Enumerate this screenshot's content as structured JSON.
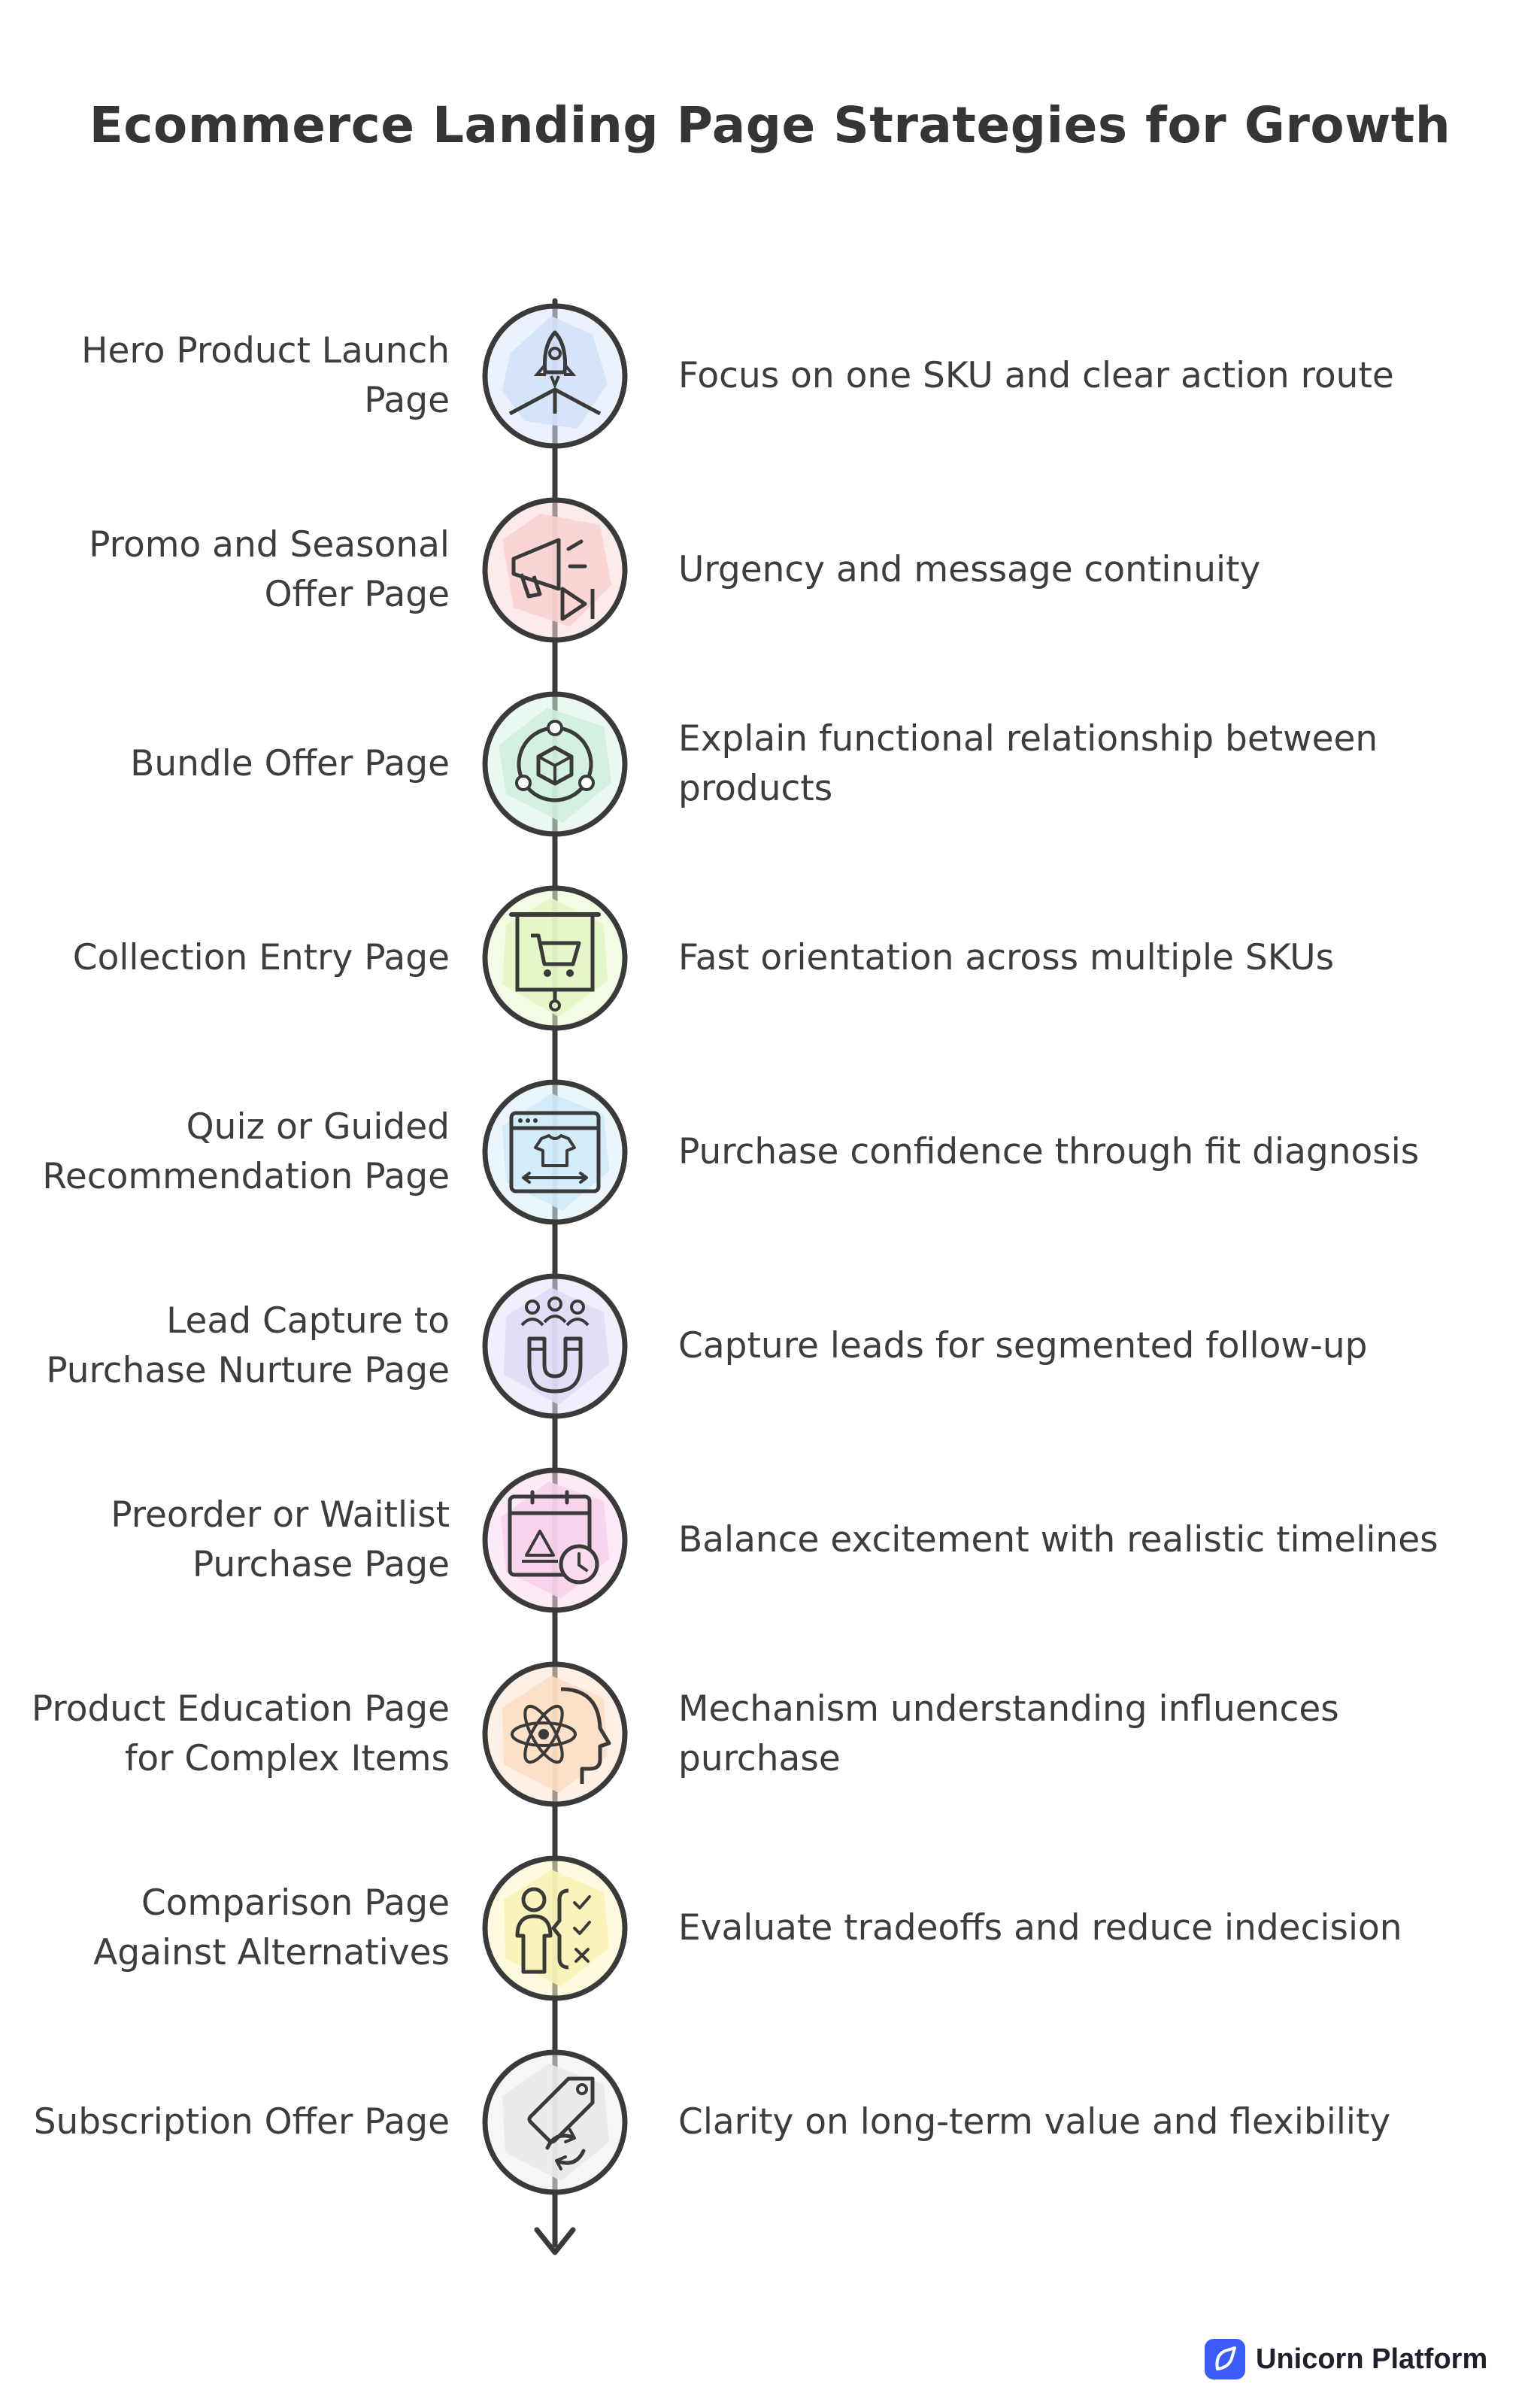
{
  "title": "Ecommerce Landing Page Strategies for Growth",
  "steps": [
    {
      "label": "Hero Product Launch Page",
      "description": "Focus on one SKU and clear action route",
      "icon": "rocket-launch-icon",
      "color": "#c9dcf7"
    },
    {
      "label": "Promo and Seasonal Offer Page",
      "description": "Urgency and message continuity",
      "icon": "megaphone-icon",
      "color": "#f8c9cb"
    },
    {
      "label": "Bundle Offer Page",
      "description": "Explain functional relationship between products",
      "icon": "cube-network-icon",
      "color": "#c6ecd8"
    },
    {
      "label": "Collection Entry Page",
      "description": "Fast orientation across multiple SKUs",
      "icon": "cart-board-icon",
      "color": "#def5b8"
    },
    {
      "label": "Quiz or Guided Recommendation Page",
      "description": "Purchase confidence through fit diagnosis",
      "icon": "shirt-browser-icon",
      "color": "#c7e6f7"
    },
    {
      "label": "Lead Capture to Purchase Nurture Page",
      "description": "Capture leads for segmented follow-up",
      "icon": "magnet-people-icon",
      "color": "#dcd3f6"
    },
    {
      "label": "Preorder or Waitlist Purchase Page",
      "description": "Balance excitement with realistic timelines",
      "icon": "calendar-clock-icon",
      "color": "#f6c9e5"
    },
    {
      "label": "Product Education Page for Complex Items",
      "description": "Mechanism understanding influences purchase",
      "icon": "atom-head-icon",
      "color": "#fbd7b8"
    },
    {
      "label": "Comparison Page Against Alternatives",
      "description": "Evaluate tradeoffs and reduce indecision",
      "icon": "person-checklist-icon",
      "color": "#f8f1a6"
    },
    {
      "label": "Subscription Offer Page",
      "description": "Clarity on long-term value and flexibility",
      "icon": "tag-refresh-icon",
      "color": "#e3e3e3"
    }
  ],
  "brand": {
    "name": "Unicorn Platform",
    "icon": "unicorn-logo-icon",
    "color": "#3b5bfd"
  }
}
